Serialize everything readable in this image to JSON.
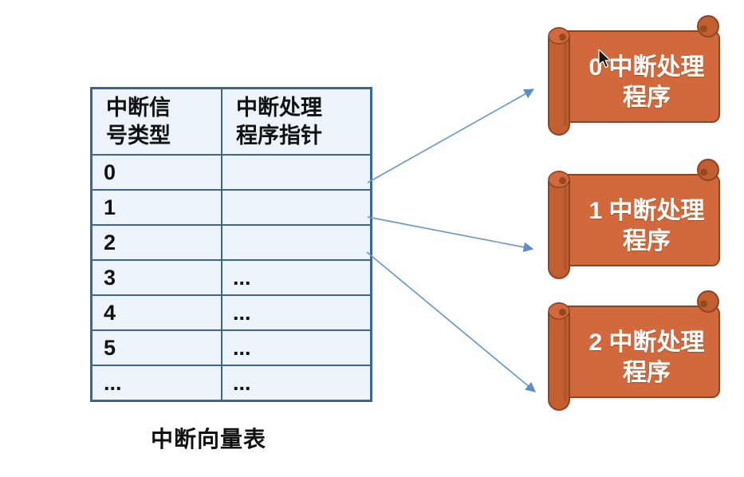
{
  "diagram": {
    "table": {
      "header": [
        {
          "line1": "中断信",
          "line2": "号类型"
        },
        {
          "line1": "中断处理",
          "line2": "程序指针"
        }
      ],
      "rows": [
        {
          "type": "0",
          "pointer": ""
        },
        {
          "type": "1",
          "pointer": ""
        },
        {
          "type": "2",
          "pointer": ""
        },
        {
          "type": "3",
          "pointer": "..."
        },
        {
          "type": "4",
          "pointer": "..."
        },
        {
          "type": "5",
          "pointer": "..."
        },
        {
          "type": "...",
          "pointer": "..."
        }
      ],
      "caption": "中断向量表"
    },
    "handlers": [
      {
        "line1": "0 中断处理",
        "line2": "程序"
      },
      {
        "line1": "1 中断处理",
        "line2": "程序"
      },
      {
        "line1": "2 中断处理",
        "line2": "程序"
      }
    ],
    "icons": {
      "scroll_shape": "scroll-banner-icon",
      "cursor": "mouse-pointer-icon"
    }
  },
  "colors": {
    "background": "#ffffff",
    "text": "#111111",
    "table-border": "#38659b",
    "cell-fill": "#eef4fb",
    "scroll-fill": "#d1693c",
    "scroll-roll": "#c25e2f",
    "scroll-dark": "#96481f",
    "scroll-stroke": "#8b4522",
    "scroll-text": "#ffffff",
    "arrow": "#6b9aca",
    "arrow-head": "#5c8fc4"
  }
}
